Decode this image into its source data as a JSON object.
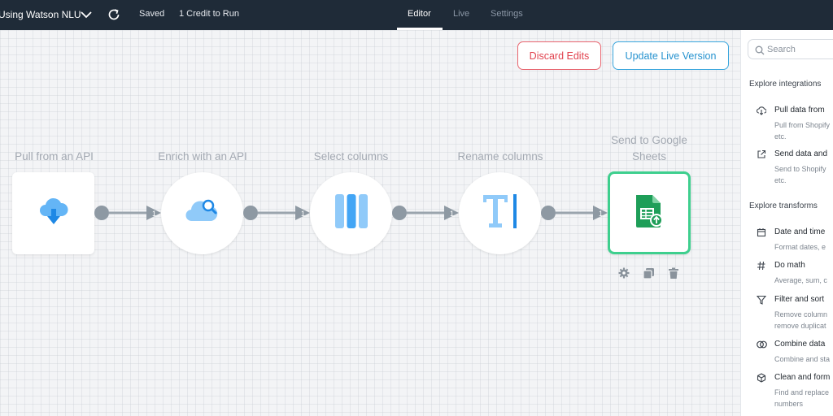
{
  "topbar": {
    "title": "Using Watson NLU",
    "saved": "Saved",
    "credit": "1 Credit to Run",
    "tabs": [
      "Editor",
      "Live",
      "Settings"
    ]
  },
  "actions": {
    "discard": "Discard Edits",
    "update": "Update Live Version"
  },
  "flow": {
    "nodes": [
      {
        "label": "Pull from an API",
        "icon": "cloud-download-icon"
      },
      {
        "label": "Enrich with an API",
        "icon": "cloud-search-icon"
      },
      {
        "label": "Select columns",
        "icon": "columns-icon"
      },
      {
        "label": "Rename columns",
        "icon": "text-cursor-icon"
      },
      {
        "label": "Send to Google Sheets",
        "label_line1": "Send to Google",
        "label_line2": "Sheets",
        "icon": "google-sheets-icon"
      }
    ],
    "port_label": "1"
  },
  "sidebar": {
    "search_placeholder": "Search",
    "integrations_title": "Explore integrations",
    "integrations": [
      {
        "title": "Pull data from",
        "desc1": "Pull from Shopify",
        "desc2": "etc.",
        "icon": "cloud-download-icon"
      },
      {
        "title": "Send data and",
        "desc1": "Send to Shopify",
        "desc2": "etc.",
        "icon": "external-link-icon"
      }
    ],
    "transforms_title": "Explore transforms",
    "transforms": [
      {
        "title": "Date and time",
        "desc1": "Format dates, e",
        "desc2": "",
        "icon": "calendar-icon"
      },
      {
        "title": "Do math",
        "desc1": "Average, sum, c",
        "desc2": "",
        "icon": "hash-icon"
      },
      {
        "title": "Filter and sort",
        "desc1": "Remove column",
        "desc2": "remove duplicat",
        "icon": "filter-icon"
      },
      {
        "title": "Combine data",
        "desc1": "Combine and sta",
        "desc2": "",
        "icon": "combine-icon"
      },
      {
        "title": "Clean and form",
        "desc1": "Find and replace",
        "desc2": "numbers",
        "icon": "cube-icon"
      }
    ]
  },
  "colors": {
    "topbar": "#1f2b38",
    "accent_green": "#3ecf8e",
    "discard_red": "#e1434f",
    "update_blue": "#2592cf",
    "icon_blue": "#64b5f6"
  }
}
